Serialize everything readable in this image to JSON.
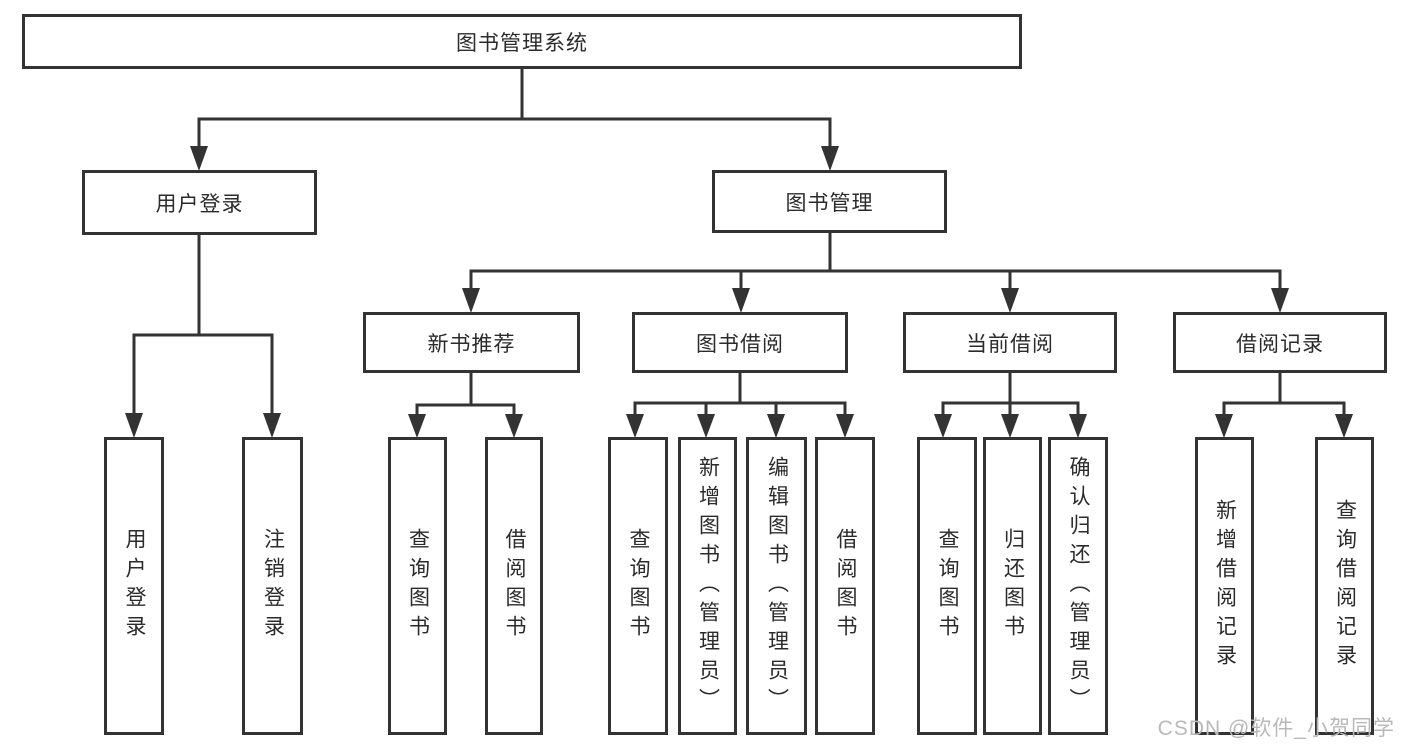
{
  "colors": {
    "line": "#333333",
    "box_border": "#333333",
    "text": "#2b2b2b",
    "watermark": "#b9b9b9",
    "background": "#ffffff"
  },
  "watermark": "CSDN @软件_小贺同学",
  "tree": {
    "root": "图书管理系统",
    "children": [
      {
        "label": "用户登录",
        "children": [
          "用户登录",
          "注销登录"
        ]
      },
      {
        "label": "图书管理",
        "children": [
          {
            "label": "新书推荐",
            "children": [
              "查询图书",
              "借阅图书"
            ]
          },
          {
            "label": "图书借阅",
            "children": [
              "查询图书",
              "新增图书（管理员）",
              "编辑图书（管理员）",
              "借阅图书"
            ]
          },
          {
            "label": "当前借阅",
            "children": [
              "查询图书",
              "归还图书",
              "确认归还（管理员）"
            ]
          },
          {
            "label": "借阅记录",
            "children": [
              "新增借阅记录",
              "查询借阅记录"
            ]
          }
        ]
      }
    ]
  }
}
